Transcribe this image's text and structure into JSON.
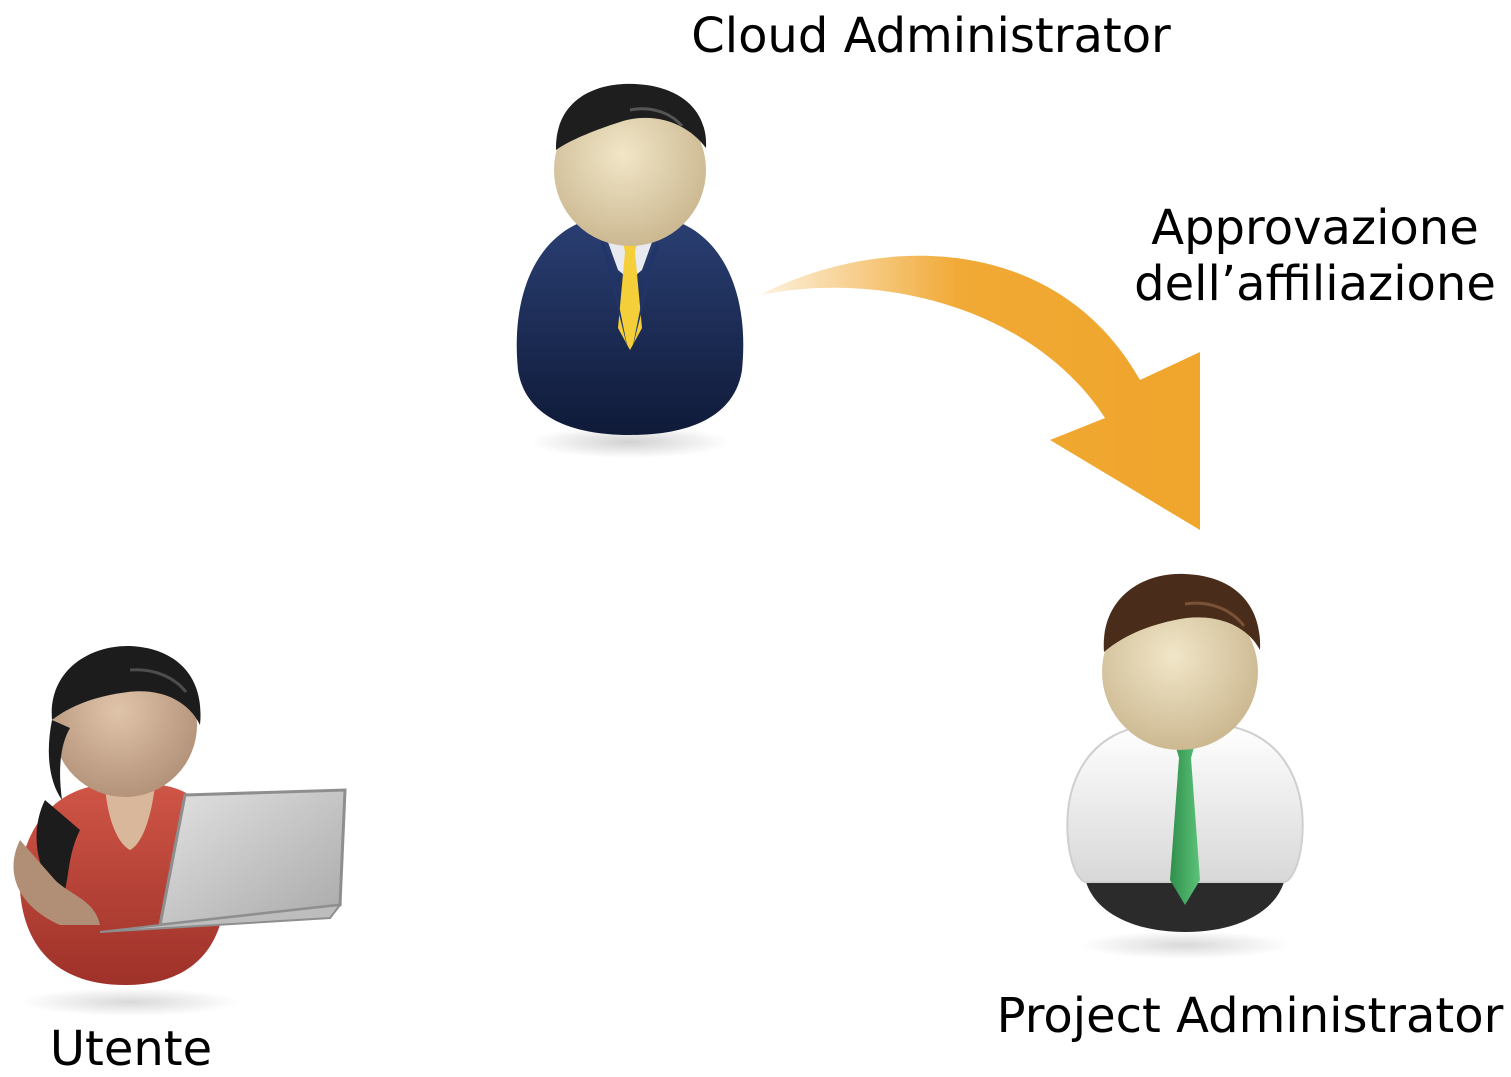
{
  "diagram": {
    "nodes": {
      "cloud_admin": {
        "label": "Cloud Administrator",
        "icon": "businessman-icon",
        "suit_color": "#1b2b52",
        "tie_color": "#f5cf3a"
      },
      "project_admin": {
        "label": "Project Administrator",
        "icon": "office-worker-icon",
        "shirt_color": "#f2f2f2",
        "tie_color": "#3aa55a"
      },
      "user": {
        "label": "Utente",
        "icon": "woman-with-laptop-icon",
        "shirt_color": "#c0463a"
      }
    },
    "edge": {
      "from": "cloud_admin",
      "to": "project_admin",
      "label_line1": "Approvazione",
      "label_line2": "dell’affiliazione",
      "color": "#f0a52b"
    }
  }
}
